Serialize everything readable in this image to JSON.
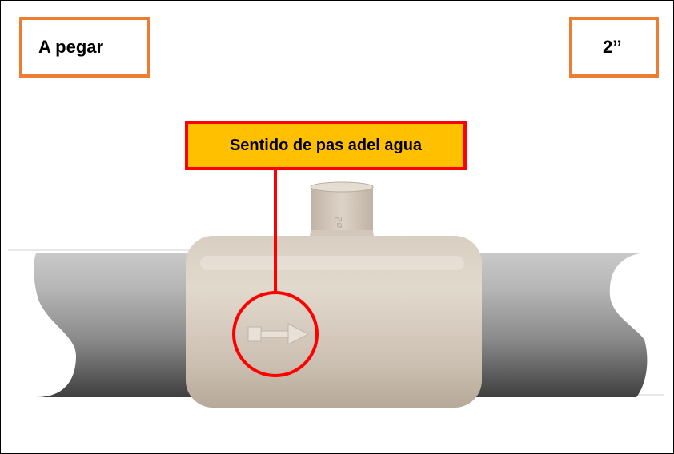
{
  "labels": {
    "top_left": "A pegar",
    "top_right": "2’’",
    "callout": "Sentido de pas adel agua"
  },
  "colors": {
    "tag_border": "#ED7D31",
    "callout_fill": "#FFC000",
    "callout_border": "#FF0000",
    "pointer": "#FF0000"
  },
  "icons": [
    "flow-direction-arrow"
  ]
}
